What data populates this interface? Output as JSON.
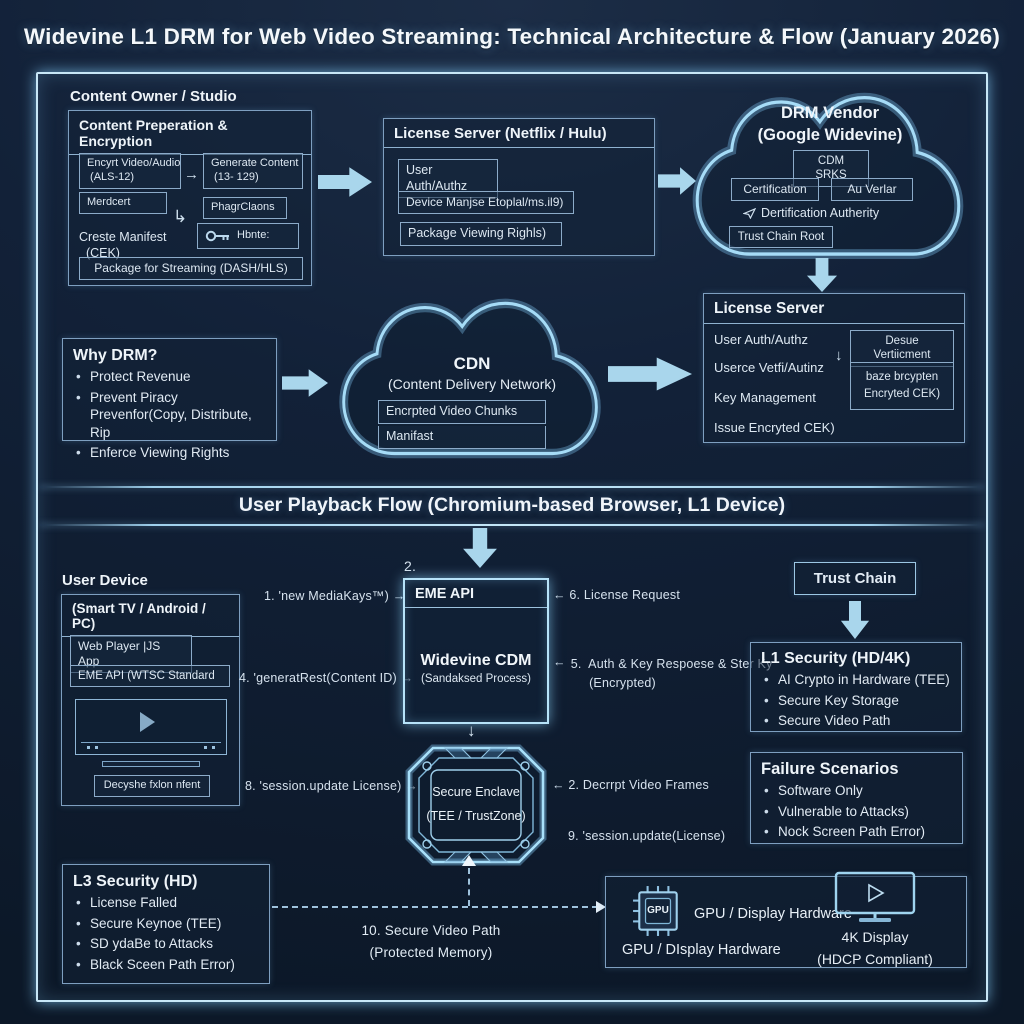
{
  "title": "Widevine L1 DRM for Web Video Streaming: Technical Architecture & Flow (January 2026)",
  "icons": {
    "arrow_right": "→",
    "arrow_left": "←",
    "arrow_down": "↓",
    "arrow_turn": "↳"
  },
  "studio": {
    "section_label": "Content Owner / Studio",
    "box_title": "Content Preperation & Encryption",
    "encrypt": "Encyrt Video/Audio\n (ALS-12)",
    "merdcert": "Merdcert",
    "generate": "Generate Content\n (13- 129)",
    "options": "PhagrClaons",
    "manifest": "Creste Manifest\n  (CEK)",
    "key_label": "Hbnte:",
    "package": "Package for Streaming (DASH/HLS)"
  },
  "license_top": {
    "title": "License Server (Netflix / Hulu)",
    "items": [
      "User Auth/Authz",
      "Device Manjse Etoplal/ms.il9)",
      "Package Viewing Righls)"
    ]
  },
  "drm_vendor": {
    "title": "DRM Vendor\n(Google Widevine)",
    "cdm_box": "CDM SRKS",
    "cert_box": "Certification",
    "verlar_box": "Au Verlar",
    "authority": "Dertification Autherity",
    "trust_root": "Trust Chain Root"
  },
  "license_right": {
    "title": "License Server",
    "items": [
      "User Auth/Authz",
      "Userce Vetfi/Autinz",
      "Key Management",
      "Issue Encryted CEK)"
    ],
    "verification_box": "Desue Vertiicment",
    "cek_box": "baze brcypten\nEncryted CEK)"
  },
  "why_drm": {
    "title": "Why DRM?",
    "bullets": [
      "Protect Revenue",
      "Prevent Piracy",
      "Prevenfor(Copy, Distribute, Rip",
      "Enferce Viewing Rights"
    ]
  },
  "cdn": {
    "title": "CDN",
    "subtitle": "(Content Delivery Network)",
    "chunks_box": "Encrpted Video Chunks",
    "manifest_box": "Manifast"
  },
  "banner": "User Playback Flow (Chromium-based Browser, L1 Device)",
  "user_device": {
    "label": "User Device",
    "header": "(Smart TV / Android / PC)",
    "web_player": "Web Player |JS App",
    "eme_api": "EME API (WTSC Standard",
    "decrypt_box": "Decyshe fxlon nfent"
  },
  "cdm_box": {
    "header": "EME API",
    "title": "Widevine CDM",
    "subtitle": "(Sandaksed Process)"
  },
  "enclave": {
    "text": "Secure Enclave\n(TEE / TrustZone)"
  },
  "flow": {
    "n1": "1.  'new MediaKays™)",
    "n2": "2.",
    "n4": "4.  'generatRest(Content ID)",
    "n5": "5.  Auth & Key Respoese & Ster Ky\n     (Encrypted)",
    "n6": "6.  License Request",
    "n7_decrypt": "2.  Decrrpt Video Frames",
    "n8": "8.  'session.update License)",
    "n9": "9.  'session.update(License)",
    "n10": "10. Secure Video Path\n(Protected Memory)"
  },
  "trust_chain": {
    "title": "Trust Chain"
  },
  "l1_security": {
    "title": "L1 Security (HD/4K)",
    "bullets": [
      "AI Crypto in Hardware (TEE)",
      "Secure Key Storage",
      "Secure Video Path"
    ]
  },
  "failure": {
    "title": "Failure Scenarios",
    "bullets": [
      "Software Only",
      "Vulnerable to Attacks)",
      "Nock Screen Path Error)"
    ]
  },
  "l3_security": {
    "title": "L3 Security (HD)",
    "bullets": [
      "License Falled",
      "Secure Keynoe (TEE)",
      "SD ydaBe to Attacks",
      "Black Sceen Path Error)"
    ]
  },
  "gpu": {
    "chip_label": "GPU",
    "label_main": "GPU / Display Hardware",
    "label_sub": "GPU / DIsplay Hardware",
    "display": "4K Display\n(HDCP Compliant)"
  },
  "colors": {
    "accent": "#a9d6ec",
    "glow": "#bfe4f6",
    "text": "#e2ebf4",
    "background": "#122138"
  }
}
